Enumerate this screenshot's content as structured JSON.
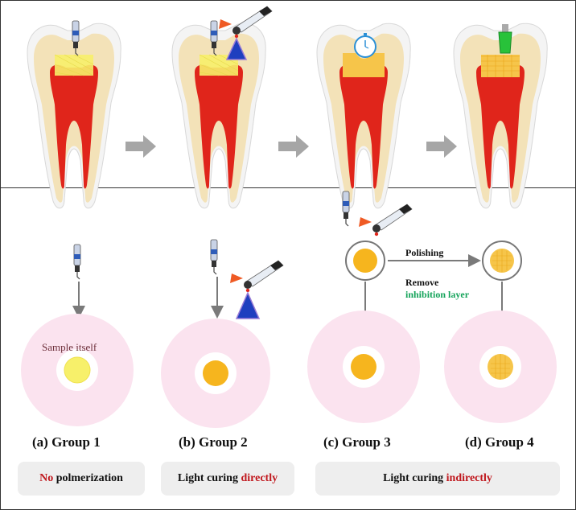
{
  "colors": {
    "pulp": "#e0251b",
    "dentin": "#f3e2b8",
    "enamel": "#f4f4f4",
    "filling_light": "#f7f06a",
    "filling_cured": "#f6b51e",
    "disc_pink": "#fbe3ef",
    "accent_red": "#c0181e",
    "accent_green": "#14a35a",
    "arrow_gray": "#a6a6a6",
    "panel_bg": "#eeeeee"
  },
  "icons": [
    "syringe-icon",
    "curing-light-icon",
    "clock-icon",
    "polishing-tip-icon",
    "arrow-right-icon",
    "arrow-down-icon"
  ],
  "annotations": {
    "sample": "Sample itself",
    "polishing": "Polishing",
    "remove": "Remove",
    "inhibition": "inhibition layer"
  },
  "groups": [
    {
      "label": "(a) Group 1"
    },
    {
      "label": "(b) Group 2"
    },
    {
      "label": "(c) Group 3"
    },
    {
      "label": "(d) Group 4"
    }
  ],
  "conditions": {
    "c1_highlight": "No",
    "c1_rest": " polmerization",
    "c2_prefix": "Light curing ",
    "c2_highlight": "directly",
    "c3_prefix": "Light curing ",
    "c3_highlight": "indirectly"
  }
}
